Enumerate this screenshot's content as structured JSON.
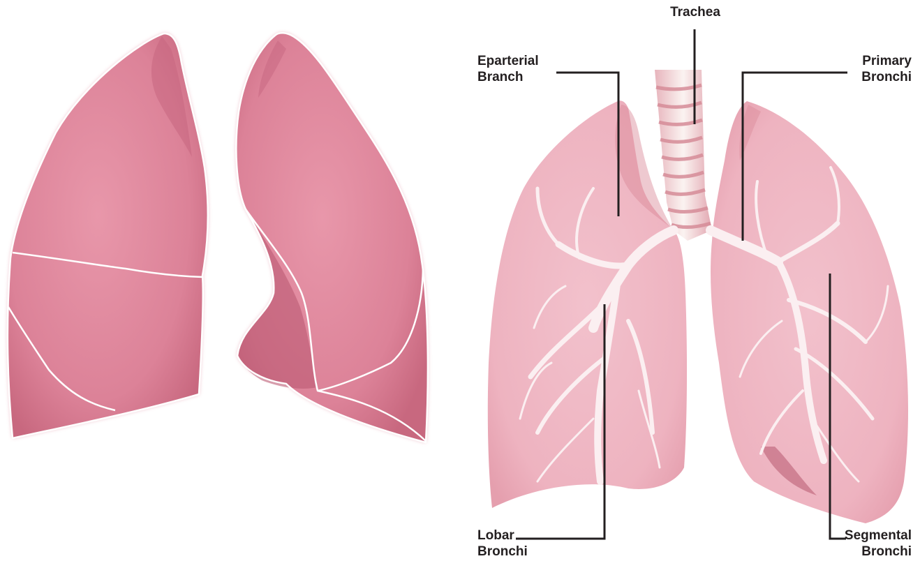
{
  "colors": {
    "lung_fill": "#dd8a9f",
    "lung_light": "#f3c2cd",
    "lung_shadow": "#bf6078",
    "fissure_line": "#ffffff",
    "leader_line": "#231f20",
    "trachea_ring": "#f6f0ee",
    "trachea_gap": "#d9929c",
    "bronchi": "#fbeff1"
  },
  "labels": {
    "trachea": "Trachea",
    "eparterial_branch": [
      "Eparterial",
      "Branch"
    ],
    "primary_bronchi": [
      "Primary",
      "Bronchi"
    ],
    "lobar_bronchi": [
      "Lobar",
      "Bronchi"
    ],
    "segmental_bronchi": [
      "Segmental",
      "Bronchi"
    ]
  }
}
